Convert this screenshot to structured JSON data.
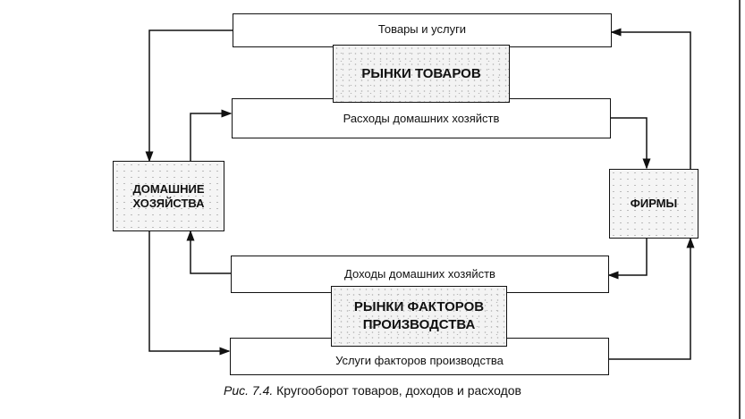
{
  "flows": {
    "goods_services": "Товары и услуги",
    "household_spending": "Расходы домашних хозяйств",
    "household_income": "Доходы домашних хозяйств",
    "factor_services": "Услуги факторов производства"
  },
  "markets": {
    "goods": "РЫНКИ ТОВАРОВ",
    "factors_line1": "РЫНКИ ФАКТОРОВ",
    "factors_line2": "ПРОИЗВОДСТВА"
  },
  "agents": {
    "households_line1": "ДОМАШНИЕ",
    "households_line2": "ХОЗЯЙСТВА",
    "firms": "ФИРМЫ"
  },
  "caption": {
    "label": "Рис. 7.4.",
    "text": "Кругооборот товаров, доходов и расходов"
  }
}
